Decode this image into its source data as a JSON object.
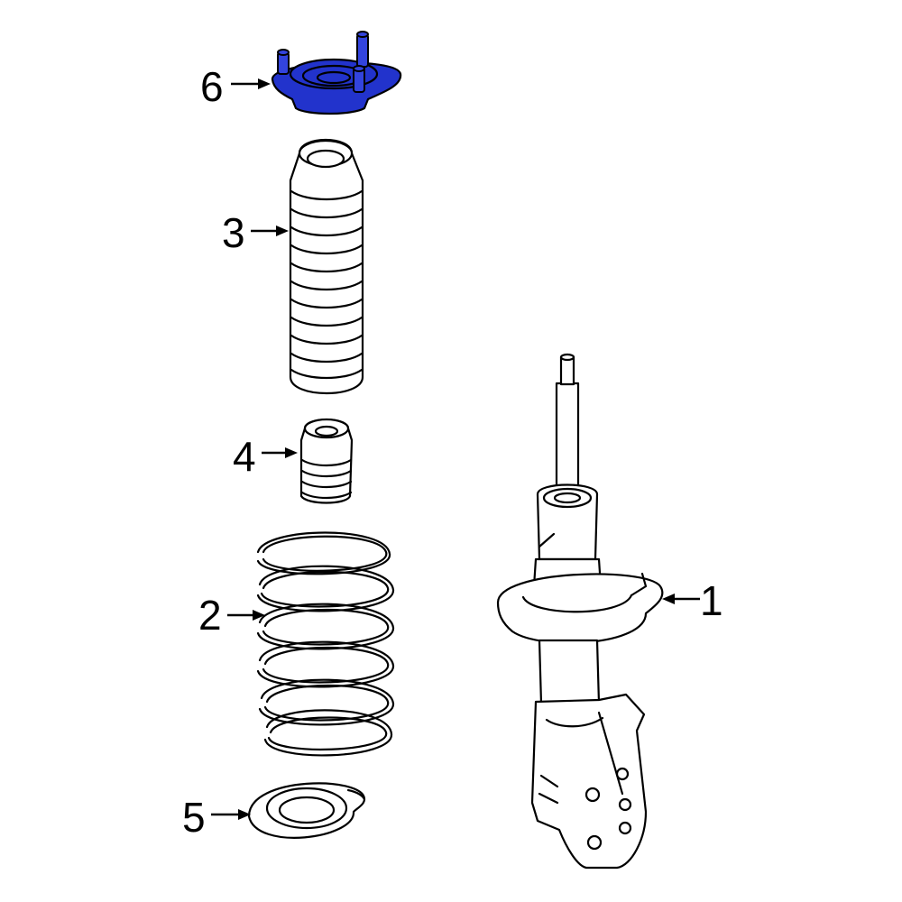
{
  "colors": {
    "highlight": "#2233cc",
    "line": "#000000",
    "background": "#ffffff"
  },
  "callouts": [
    {
      "id": "1",
      "label": "1"
    },
    {
      "id": "2",
      "label": "2"
    },
    {
      "id": "3",
      "label": "3"
    },
    {
      "id": "4",
      "label": "4"
    },
    {
      "id": "5",
      "label": "5"
    },
    {
      "id": "6",
      "label": "6",
      "highlighted": true
    }
  ]
}
